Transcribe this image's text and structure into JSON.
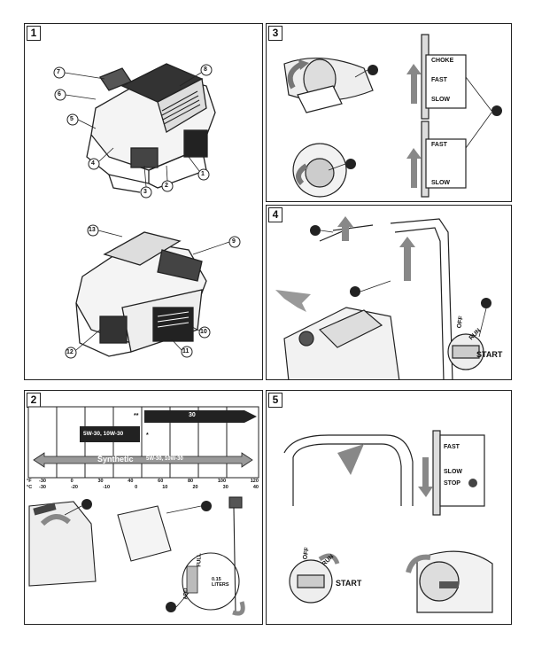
{
  "panels": [
    {
      "number": "1"
    },
    {
      "number": "3"
    },
    {
      "number": "4"
    },
    {
      "number": "2"
    },
    {
      "number": "5"
    }
  ],
  "panel1": {
    "callouts": [
      "1",
      "2",
      "3",
      "4",
      "5",
      "6",
      "7",
      "8",
      "9",
      "10",
      "11",
      "12",
      "13"
    ]
  },
  "panel3": {
    "choke": "CHOKE",
    "fast": "FAST",
    "slow": "SLOW"
  },
  "panel4": {
    "off": "OFF",
    "run": "RUN",
    "start": "START"
  },
  "panel2": {
    "band_30": "30",
    "band_multi": "5W-30, 10W-30",
    "band_synthetic": "Synthetic",
    "band_synthetic_grades": "5W-30, 10W-30",
    "note_double_star": "**",
    "note_star": "*",
    "unit_f": "°F",
    "unit_c": "°C",
    "temps_f": [
      "-30",
      "0",
      "30",
      "40",
      "60",
      "80",
      "100",
      "120"
    ],
    "temps_c": [
      "-30",
      "-20",
      "-10",
      "0",
      "10",
      "20",
      "30",
      "40"
    ],
    "dipstick_full": "FULL",
    "dipstick_add": "ADD",
    "capacity": "0.15 LITERS"
  },
  "panel5": {
    "fast": "FAST",
    "slow": "SLOW",
    "stop": "STOP",
    "off": "OFF",
    "run": "RUN",
    "start": "START"
  }
}
